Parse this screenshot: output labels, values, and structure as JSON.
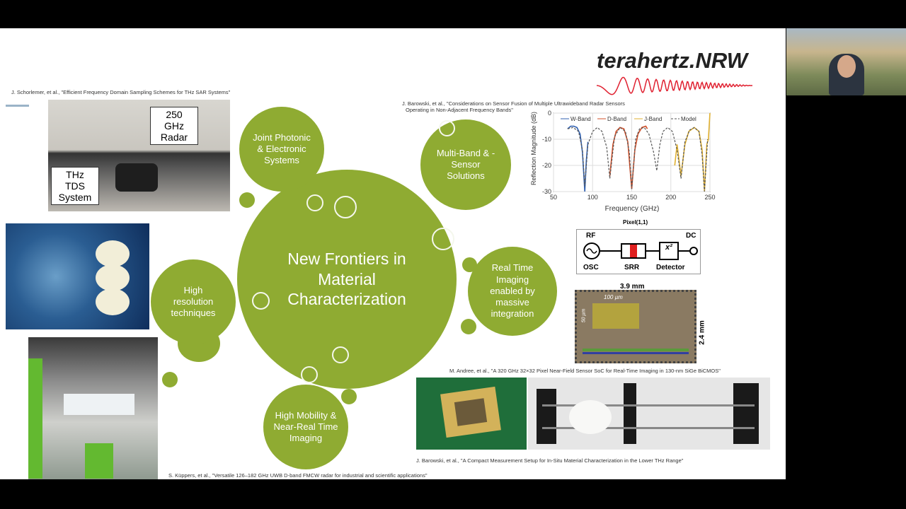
{
  "slide": {
    "logo": {
      "text": "terahertz.NRW",
      "wave_color": "#e02030"
    },
    "center_title": "New Frontiers in Material Characterization",
    "bubbles": {
      "joint": "Joint Photonic & Electronic Systems",
      "multiband": "Multi-Band & -Sensor Solutions",
      "realtime": "Real Time Imaging enabled by massive integration",
      "mobility": "High Mobility & Near-Real Time Imaging",
      "resolution": "High resolution techniques"
    },
    "citations": {
      "schorlemer": "J. Schorlemer, et al., \"Efficient Frequency Domain Sampling Schemes for THz SAR Systems\"",
      "barowski1": "J. Barowski, et al., \"Considerations on Sensor Fusion of Multiple Ultrawideband Radar Sensors",
      "barowski1b": "Operating in Non-Adjacent Frequency Bands\"",
      "andree": "M. Andree, et al., \"A 320 GHz 32×32 Pixel Near-Field Sensor SoC for Real-Time Imaging in 130-nm SiGe BiCMOS\"",
      "barowski2": "J. Barowski, et al., \"A Compact Measurement Setup for In-Situ Material Characterization in the Lower THz Range\"",
      "kuppers": "S. Küppers, et al., \"Versatile 126–182 GHz UWB D-band FMCW radar for industrial and scientific applications\""
    },
    "photo_labels": {
      "radar": "250 GHz Radar",
      "tds": "THz TDS System"
    },
    "pixel_diagram": {
      "title": "Pixel(1,1)",
      "rf": "RF",
      "dc": "DC",
      "osc": "OSC",
      "srr": "SRR",
      "detector": "Detector",
      "x2": "x²"
    },
    "chip": {
      "width": "3.9 mm",
      "height": "2.4 mm",
      "um100": "100 µm",
      "um50": "50 µm"
    },
    "colors": {
      "bubble": "#8fab32"
    }
  },
  "chart_data": {
    "type": "line",
    "xlabel": "Frequency (GHz)",
    "ylabel": "Reflection Magnitude (dB)",
    "xlim": [
      50,
      250
    ],
    "ylim": [
      -30,
      0
    ],
    "xticks": [
      50,
      100,
      150,
      200,
      250
    ],
    "yticks": [
      0,
      -10,
      -20,
      -30
    ],
    "grid": true,
    "legend": "top",
    "series": [
      {
        "name": "W-Band",
        "color": "#3060b0",
        "x": [
          68,
          72,
          76,
          80,
          84,
          87,
          90,
          92,
          94
        ],
        "y": [
          -6,
          -5,
          -5,
          -5.5,
          -8,
          -15,
          -30,
          -18,
          -11
        ]
      },
      {
        "name": "D-Band",
        "color": "#d0502a",
        "x": [
          122,
          126,
          130,
          135,
          140,
          145,
          150,
          154,
          158,
          163,
          168,
          170
        ],
        "y": [
          -24,
          -12,
          -7,
          -5.5,
          -6,
          -11,
          -29,
          -14,
          -8,
          -5.5,
          -5,
          -6
        ]
      },
      {
        "name": "J-Band",
        "color": "#e0b030",
        "x": [
          205,
          208,
          213,
          218,
          223,
          230,
          236,
          240,
          243,
          246,
          248,
          250
        ],
        "y": [
          -20,
          -12,
          -24,
          -12,
          -7,
          -5.5,
          -7,
          -14,
          -30,
          -12,
          -10,
          0
        ]
      },
      {
        "name": "Model",
        "color": "#555555",
        "dashed": true,
        "x": [
          68,
          75,
          82,
          87,
          90,
          94,
          100,
          106,
          112,
          118,
          122,
          128,
          135,
          142,
          147,
          150,
          155,
          160,
          166,
          172,
          178,
          182,
          186,
          190,
          196,
          202,
          208,
          213,
          218,
          224,
          230,
          236,
          240,
          243,
          247
        ],
        "y": [
          -6,
          -5.5,
          -7,
          -14,
          -28,
          -12,
          -7,
          -5.5,
          -7,
          -13,
          -25,
          -9,
          -5.5,
          -7,
          -15,
          -29,
          -10,
          -6,
          -5.5,
          -8,
          -15,
          -22,
          -12,
          -7,
          -5.5,
          -7,
          -14,
          -25,
          -11,
          -6.5,
          -5.5,
          -7,
          -16,
          -30,
          -10
        ]
      }
    ]
  }
}
